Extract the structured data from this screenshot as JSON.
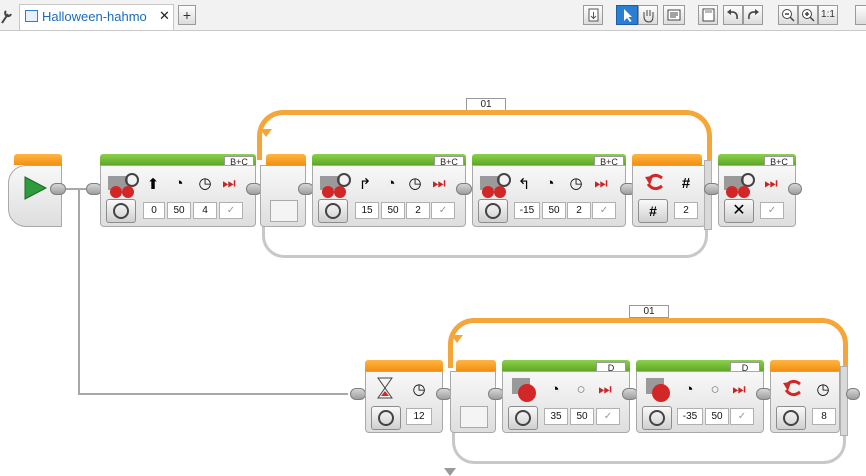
{
  "toolbar": {
    "tab_title": "Halloween-hahmo",
    "close_label": "✕",
    "add_tab_label": "+",
    "zoom_reset_label": "1:1"
  },
  "loop1": {
    "label": "01"
  },
  "loop2": {
    "label": "01"
  },
  "row1": {
    "move1": {
      "ports": "B+C",
      "steering": "0",
      "power": "50",
      "seconds": "4"
    },
    "move2": {
      "ports": "B+C",
      "steering": "15",
      "power": "50",
      "seconds": "2"
    },
    "move3": {
      "ports": "B+C",
      "steering": "-15",
      "power": "50",
      "seconds": "2"
    },
    "loop_interrupt": {
      "count": "2"
    },
    "move_off": {
      "ports": "B+C"
    }
  },
  "row2": {
    "wait": {
      "seconds": "12"
    },
    "motor1": {
      "port": "D",
      "power": "35",
      "degrees": "50"
    },
    "motor2": {
      "port": "D",
      "power": "-35",
      "degrees": "50"
    },
    "loop_wait": {
      "seconds": "8"
    }
  },
  "colors": {
    "accent_blue": "#2a7fd3",
    "loop_orange": "#f5a63a",
    "block_green": "#6db531"
  }
}
